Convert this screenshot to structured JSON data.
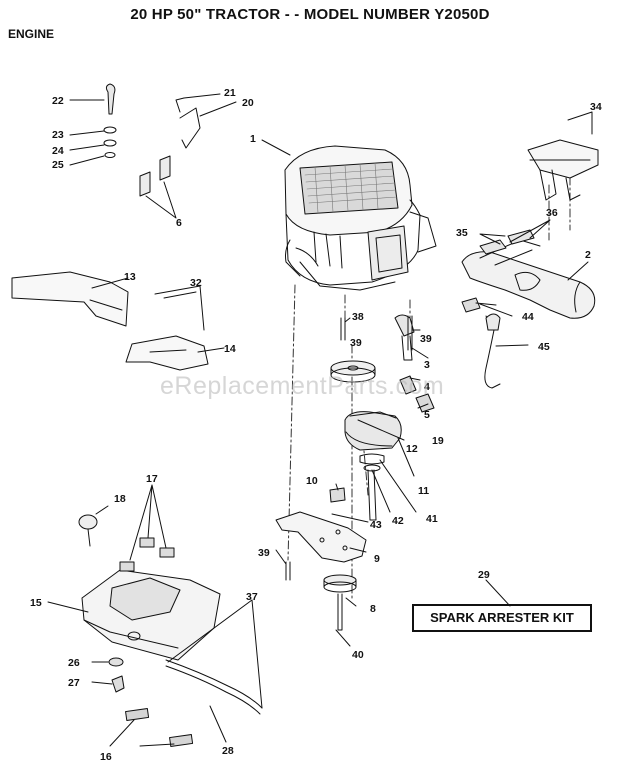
{
  "header": {
    "title": "20 HP 50\" TRACTOR - - MODEL NUMBER Y2050D",
    "section": "ENGINE"
  },
  "kit_label": "SPARK ARRESTER KIT",
  "watermark": "eReplacementParts.com",
  "callouts": {
    "c1": "1",
    "c2": "2",
    "c3": "3",
    "c4": "4",
    "c5": "5",
    "c6": "6",
    "c8": "8",
    "c9": "9",
    "c10": "10",
    "c11": "11",
    "c12": "12",
    "c13": "13",
    "c14": "14",
    "c15": "15",
    "c16": "16",
    "c17": "17",
    "c18": "18",
    "c19": "19",
    "c20": "20",
    "c21": "21",
    "c22": "22",
    "c23": "23",
    "c24": "24",
    "c25": "25",
    "c26": "26",
    "c27": "27",
    "c28": "28",
    "c29": "29",
    "c32": "32",
    "c34": "34",
    "c35": "35",
    "c36": "36",
    "c37": "37",
    "c38": "38",
    "c39a": "39",
    "c39b": "39",
    "c39c": "39",
    "c40": "40",
    "c41": "41",
    "c42": "42",
    "c43": "43",
    "c44": "44",
    "c45": "45"
  }
}
